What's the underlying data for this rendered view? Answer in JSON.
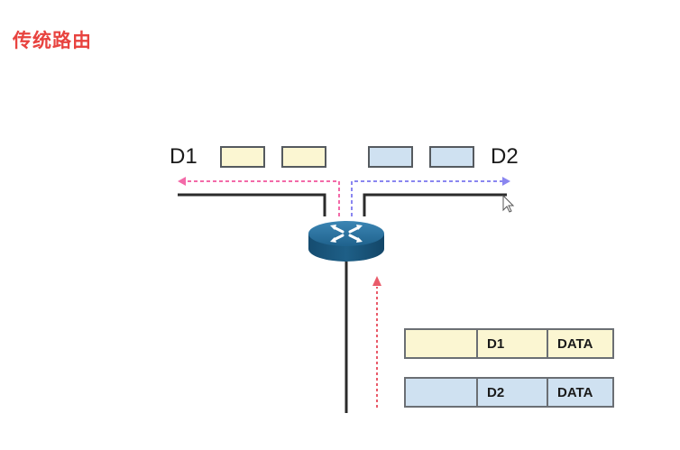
{
  "title": "传统路由",
  "labels": {
    "left": "D1",
    "right": "D2"
  },
  "frames": [
    {
      "dest": "D1",
      "data": "DATA",
      "color": "#fbf6d2"
    },
    {
      "dest": "D2",
      "data": "DATA",
      "color": "#cfe1f1"
    }
  ],
  "colors": {
    "title": "#e8433f",
    "yellow_packet": "#fbf6d2",
    "blue_packet": "#cfe1f1",
    "pink_arrow": "#f36aa8",
    "blue_arrow": "#8a86f0",
    "up_arrow": "#e95b6a",
    "router": "#1f5f86"
  },
  "icons": {
    "router": "router-icon",
    "cursor": "mouse-cursor-icon"
  }
}
